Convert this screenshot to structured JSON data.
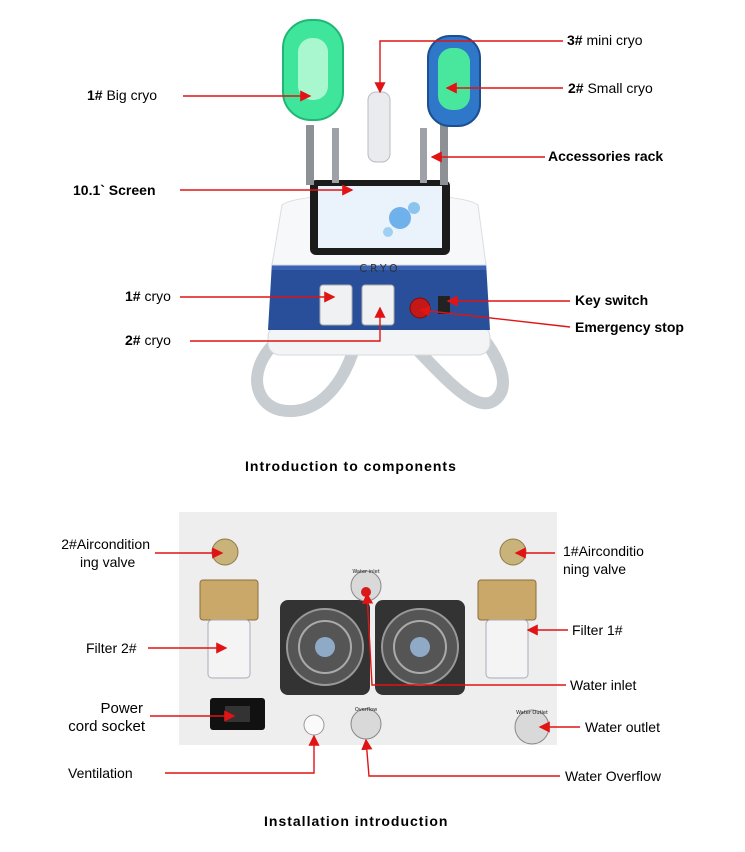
{
  "top_section": {
    "labels": {
      "big_cryo": {
        "num": "1#",
        "text": " Big cryo"
      },
      "mini_cryo": {
        "num": "3#",
        "text": " mini cryo"
      },
      "small_cryo": {
        "num": "2#",
        "text": " Small cryo"
      },
      "accessories_rack": "Accessories rack",
      "screen": "10.1` Screen",
      "cryo1": {
        "num": "1#",
        "text": " cryo"
      },
      "cryo2": {
        "num": "2#",
        "text": " cryo"
      },
      "key_switch": "Key switch",
      "emergency_stop": "Emergency stop"
    },
    "device_brand": "CRYO",
    "caption": "Introduction to components"
  },
  "bottom_section": {
    "labels": {
      "aircon_valve_2_line1": "2#Aircondition",
      "aircon_valve_2_line2": "ing valve",
      "aircon_valve_1_line1": "1#Airconditio",
      "aircon_valve_1_line2": "ning valve",
      "filter_2": "Filter 2#",
      "filter_1": "Filter 1#",
      "water_inlet": "Water inlet",
      "power_line1": "Power",
      "power_line2": "cord socket",
      "water_outlet": "Water outlet",
      "ventilation": "Ventilation",
      "water_overflow": "Water Overflow"
    },
    "port_markings": {
      "inlet": "Water inlet",
      "overflow": "Overflow",
      "outlet": "Water Outlet"
    },
    "caption": "Installation introduction"
  },
  "colors": {
    "arrow": "#e01414",
    "body_blue": "#2a4f9a",
    "handle_green": "#3fe59a",
    "panel": "#eeeeee"
  }
}
